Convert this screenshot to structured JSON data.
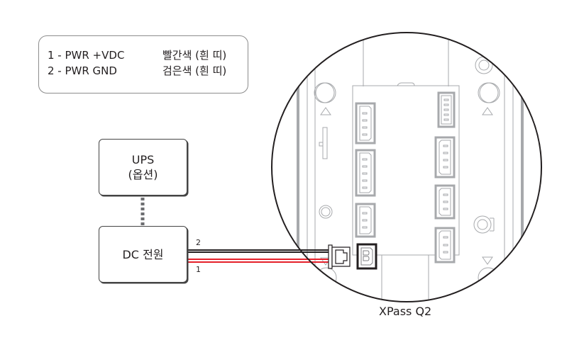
{
  "legend": {
    "rows": [
      {
        "pin": "1 - PWR +VDC",
        "description": "빨간색 (흰 띠)"
      },
      {
        "pin": "2 - PWR GND",
        "description": "검은색 (흰 띠)"
      }
    ]
  },
  "ups_box": {
    "line1": "UPS",
    "line2": "(옵션)"
  },
  "dc_box": {
    "label": "DC 전원"
  },
  "wires": [
    {
      "label": "2",
      "color": "#231f20"
    },
    {
      "label": "1",
      "color": "#e5202a"
    }
  ],
  "device": {
    "label": "XPass Q2"
  },
  "colors": {
    "outline": "#231f20",
    "device_lines": "#a7a9ac",
    "power_wire": "#e5202a",
    "ground_wire": "#231f20"
  }
}
